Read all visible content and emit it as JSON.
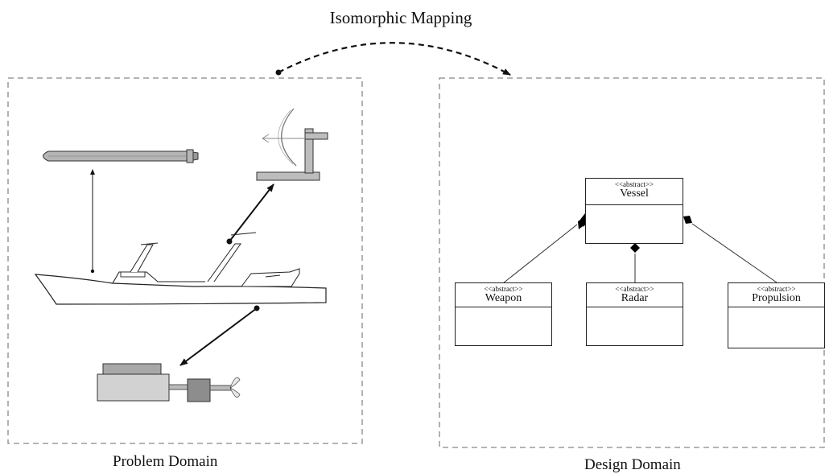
{
  "title": "Isomorphic Mapping",
  "problem_domain": {
    "label": "Problem Domain",
    "items": [
      "torpedo-weapon",
      "radar-dish",
      "boat-vessel",
      "engine-propulsion"
    ]
  },
  "design_domain": {
    "label": "Design Domain",
    "classes": [
      {
        "stereotype": "<<abstract>>",
        "name": "Vessel"
      },
      {
        "stereotype": "<<abstract>>",
        "name": "Weapon"
      },
      {
        "stereotype": "<<abstract>>",
        "name": "Radar"
      },
      {
        "stereotype": "<<abstract>>",
        "name": "Propulsion"
      }
    ],
    "relationships": [
      "composition",
      "composition",
      "composition"
    ]
  }
}
